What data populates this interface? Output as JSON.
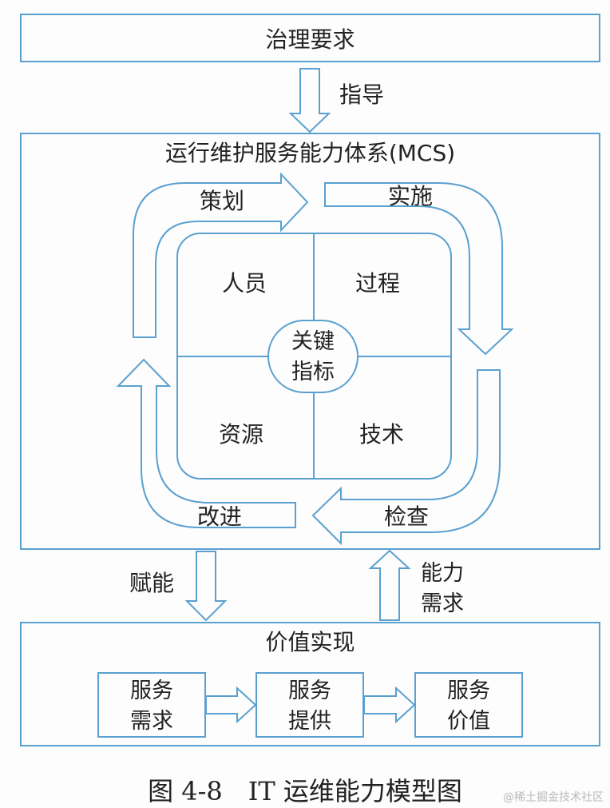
{
  "governance": {
    "title": "治理要求"
  },
  "arrows": {
    "guide": "指导",
    "empower": "赋能",
    "capability_demand": [
      "能力",
      "需求"
    ]
  },
  "mcs": {
    "title": "运行维护服务能力体系(MCS)",
    "cycle": {
      "plan": "策划",
      "implement": "实施",
      "check": "检查",
      "improve": "改进"
    },
    "quadrants": {
      "people": "人员",
      "process": "过程",
      "resources": "资源",
      "technology": "技术"
    },
    "center": [
      "关键",
      "指标"
    ]
  },
  "value": {
    "title": "价值实现",
    "steps": [
      [
        "服务",
        "需求"
      ],
      [
        "服务",
        "提供"
      ],
      [
        "服务",
        "价值"
      ]
    ]
  },
  "caption": "图 4-8　IT 运维能力模型图",
  "watermark": "@稀土掘金技术社区",
  "colors": {
    "line": "#5aa0d0"
  }
}
